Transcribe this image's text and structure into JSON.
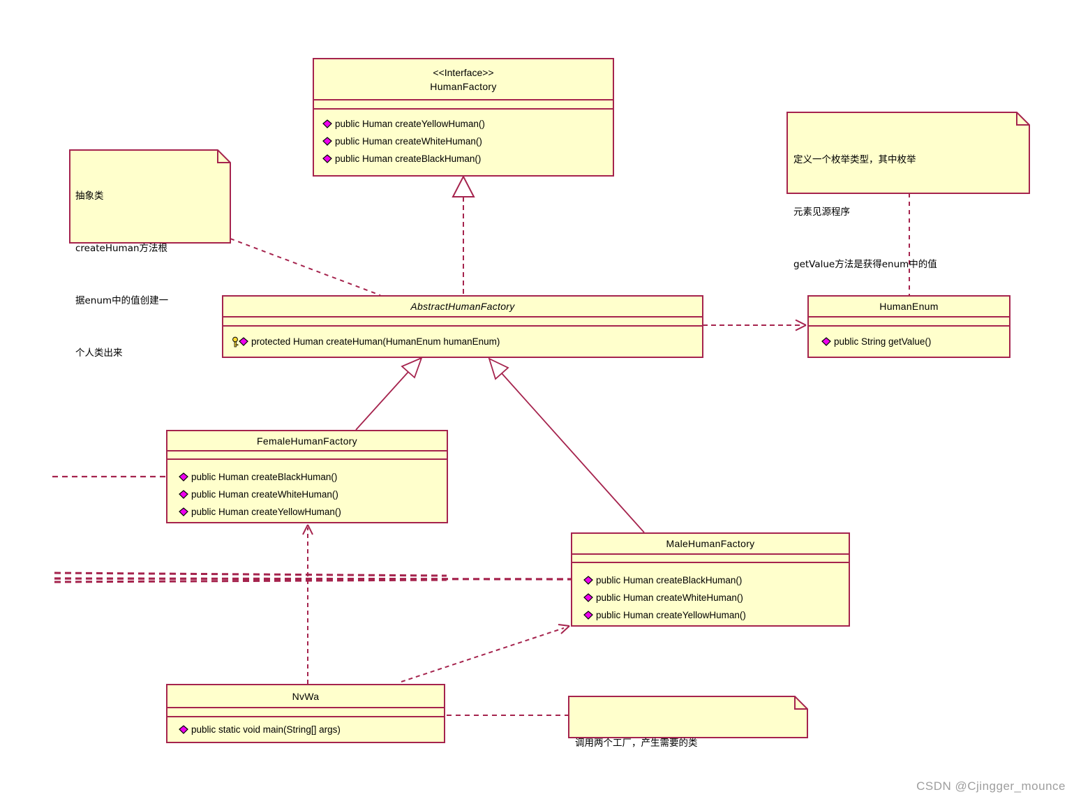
{
  "diagram": {
    "title": "Abstract Factory UML class diagram",
    "classes": {
      "human_factory": {
        "stereotype": "<<Interface>>",
        "name": "HumanFactory",
        "methods": [
          "public Human createYellowHuman()",
          "public Human createWhiteHuman()",
          "public Human createBlackHuman()"
        ]
      },
      "abstract_human_factory": {
        "name": "AbstractHumanFactory",
        "methods": [
          "protected Human createHuman(HumanEnum humanEnum)"
        ]
      },
      "human_enum": {
        "name": "HumanEnum",
        "methods": [
          "public String getValue()"
        ]
      },
      "female_human_factory": {
        "name": "FemaleHumanFactory",
        "methods": [
          "public Human createBlackHuman()",
          "public Human createWhiteHuman()",
          "public Human createYellowHuman()"
        ]
      },
      "male_human_factory": {
        "name": "MaleHumanFactory",
        "methods": [
          "public Human createBlackHuman()",
          "public Human createWhiteHuman()",
          "public Human createYellowHuman()"
        ]
      },
      "nvwa": {
        "name": "NvWa",
        "methods": [
          "public static void main(String[] args)"
        ]
      }
    },
    "notes": {
      "abstract_note": {
        "lines": [
          "抽象类",
          "createHuman方法根",
          "据enum中的值创建一",
          "个人类出来"
        ]
      },
      "enum_note": {
        "lines": [
          "定义一个枚举类型，其中枚举",
          "元素见源程序",
          "getValue方法是获得enum中的值"
        ]
      },
      "usage_note": {
        "lines": [
          "调用两个工厂，产生需要的类"
        ]
      }
    },
    "icons": {
      "public_method": "magenta-diamond",
      "protected_method": "yellow-key"
    },
    "colors": {
      "box_fill": "#FFFFCC",
      "box_border": "#A5234D",
      "line": "#A5234D",
      "public_icon": "#EE00EE",
      "key_icon": "#FFDD33",
      "watermark": "#9E9E9E"
    },
    "watermark": "CSDN @Cjingger_mounce"
  }
}
